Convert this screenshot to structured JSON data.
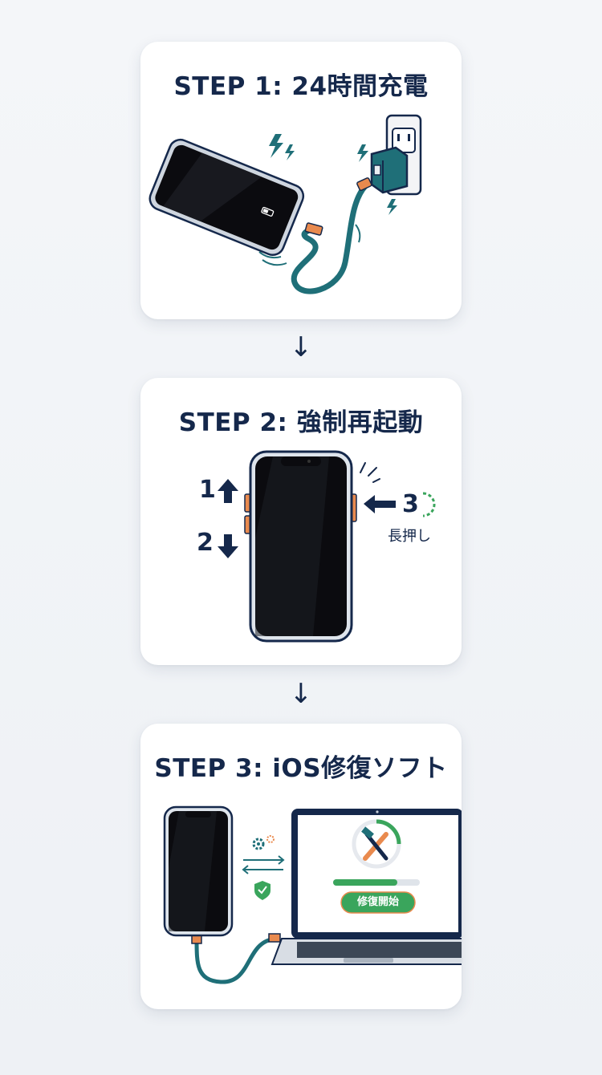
{
  "steps": [
    {
      "title": "STEP 1: 24時間充電"
    },
    {
      "title": "STEP 2: 強制再起動",
      "labels": {
        "one": "1",
        "two": "2",
        "three": "3",
        "long_press": "長押し"
      }
    },
    {
      "title": "STEP 3: iOS修復ソフト",
      "repair_button": "修復開始"
    }
  ],
  "arrows": {
    "glyph": "↓"
  },
  "colors": {
    "navy": "#15284b",
    "teal": "#1f6f78",
    "orange": "#e98a4e",
    "green": "#3aa55c",
    "screen": "#0b0b0f"
  }
}
